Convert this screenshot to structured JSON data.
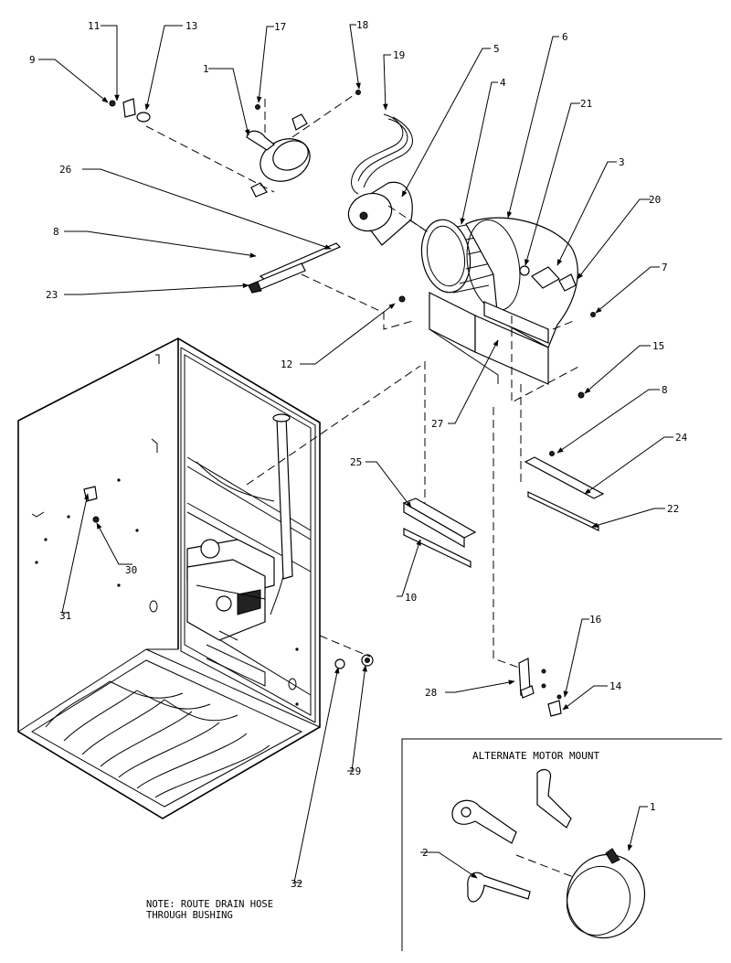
{
  "callouts": [
    "1",
    "2",
    "3",
    "4",
    "5",
    "6",
    "7",
    "8",
    "9",
    "10",
    "11",
    "12",
    "13",
    "14",
    "15",
    "16",
    "17",
    "18",
    "19",
    "20",
    "21",
    "22",
    "23",
    "24",
    "25",
    "26",
    "27",
    "28",
    "29",
    "30",
    "31",
    "32"
  ],
  "alternate_mount_title": "ALTERNATE MOTOR MOUNT",
  "note_line1": "NOTE: ROUTE DRAIN HOSE",
  "note_line2": "THROUGH BUSHING"
}
